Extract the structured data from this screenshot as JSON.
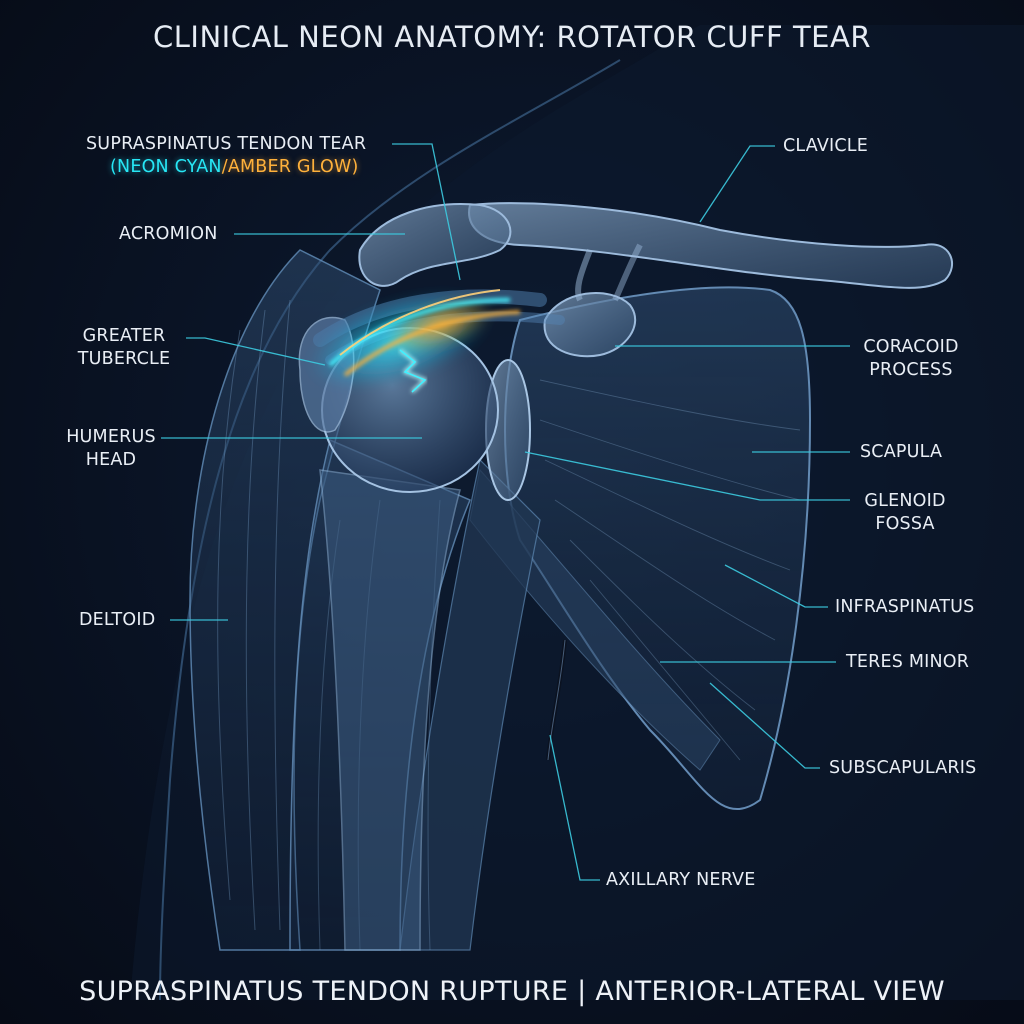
{
  "title": "CLINICAL NEON ANATOMY: ROTATOR CUFF TEAR",
  "footer": "SUPRASPINATUS TENDON RUPTURE | ANTERIOR-LATERAL VIEW",
  "labels": {
    "supraspinatus_line1": "SUPRASPINATUS TENDON TEAR",
    "supraspinatus_open": "(",
    "supraspinatus_cyan": "NEON CYAN",
    "supraspinatus_slash": "/",
    "supraspinatus_amber": "AMBER GLOW",
    "supraspinatus_close": ")",
    "acromion": "ACROMION",
    "greater_tubercle_1": "GREATER",
    "greater_tubercle_2": "TUBERCLE",
    "humerus_head_1": "HUMERUS",
    "humerus_head_2": "HEAD",
    "deltoid": "DELTOID",
    "clavicle": "CLAVICLE",
    "coracoid_1": "CORACOID",
    "coracoid_2": "PROCESS",
    "scapula": "SCAPULA",
    "glenoid_1": "GLENOID",
    "glenoid_2": "FOSSA",
    "infraspinatus": "INFRASPINATUS",
    "teres_minor": "TERES MINOR",
    "subscapularis": "SUBSCAPULARIS",
    "axillary_nerve": "AXILLARY NERVE"
  },
  "colors": {
    "background": "#070d1a",
    "leader_line": "#3ccbe0",
    "tear_cyan": "#27e7f5",
    "tear_amber": "#ffb13b"
  }
}
